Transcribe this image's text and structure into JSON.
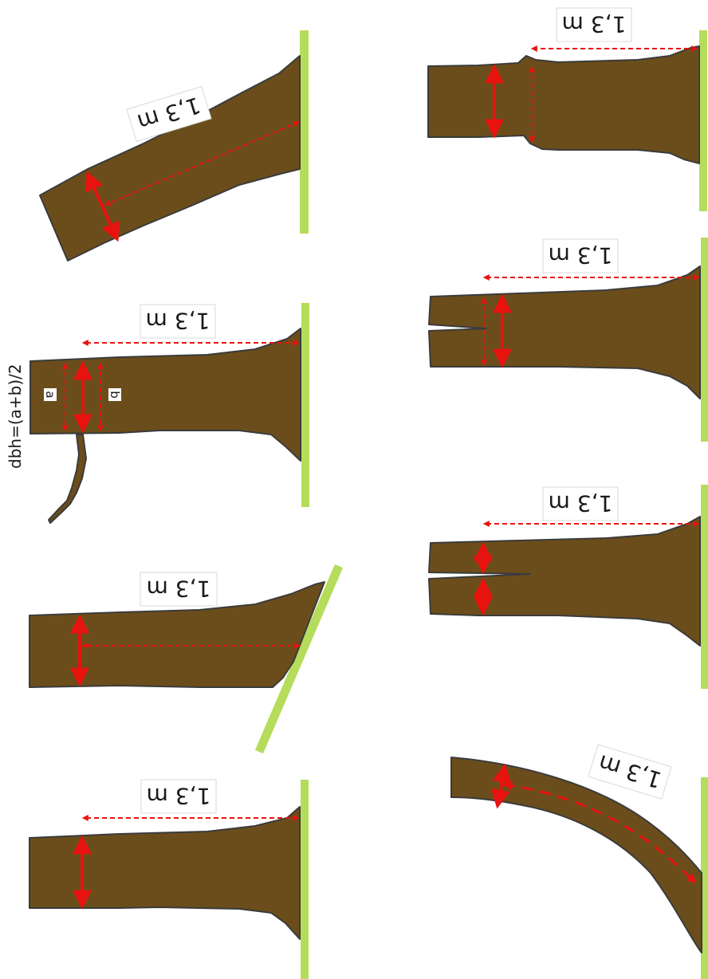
{
  "figure": {
    "height_label": "1,3 m",
    "formula": "dbh=(a+b)/2",
    "label_a": "a",
    "label_b": "b"
  },
  "colors": {
    "trunk": "#6b4d1b",
    "ground": "#b5dc5b",
    "arrow": "#e8130f"
  }
}
